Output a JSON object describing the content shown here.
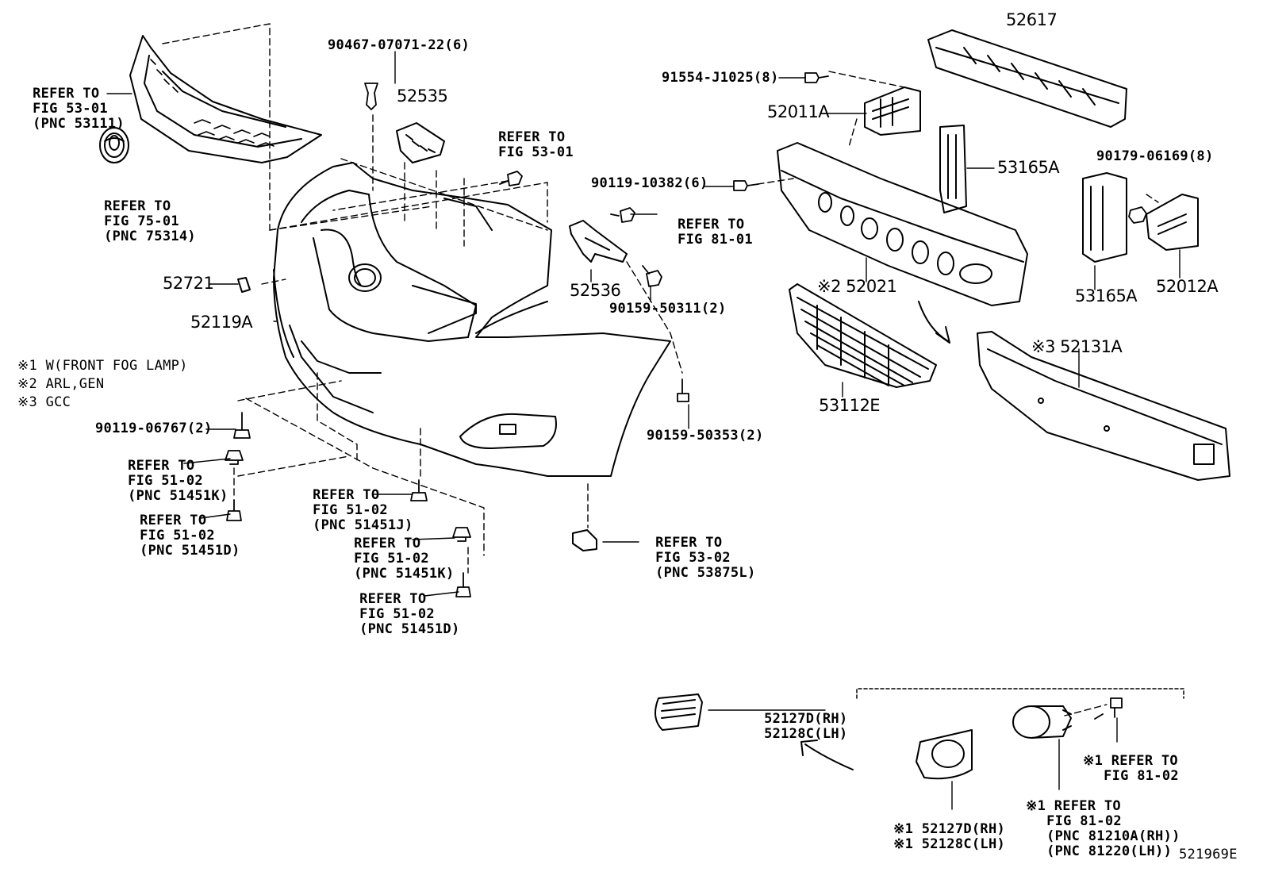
{
  "diagram": {
    "drawing_code": "521969E",
    "notes": [
      "※1 W(FRONT FOG LAMP)",
      "※2 ARL,GEN",
      "※3 GCC"
    ],
    "part_numbers": {
      "p52617": "52617",
      "p91554": "91554-J1025(8)",
      "p52011A": "52011A",
      "p90467": "90467-07071-22(6)",
      "p52535": "52535",
      "p53165A_upper": "53165A",
      "p90179": "90179-06169(8)",
      "p90119_10382": "90119-10382(6)",
      "p52721": "52721",
      "p52536": "52536",
      "p90159_50311": "90159-50311(2)",
      "p52021": "※2 52021",
      "p53165A_lower": "53165A",
      "p52012A": "52012A",
      "p52119A": "52119A",
      "p52131A": "※3 52131A",
      "p53112E": "53112E",
      "p90119_06767": "90119-06767(2)",
      "p90159_50353": "90159-50353(2)",
      "p52127D_top": "52127D(RH)",
      "p52128C_top": "52128C(LH)",
      "p52127D_bottom": "※1 52127D(RH)",
      "p52128C_bottom": "※1 52128C(LH)"
    },
    "references": {
      "ref_grille": [
        "REFER TO",
        "FIG 53-01",
        "(PNC 53111)"
      ],
      "ref_emblem": [
        "REFER TO",
        "FIG 75-01",
        "(PNC 75314)"
      ],
      "ref_fig5301": [
        "REFER TO",
        "FIG 53-01"
      ],
      "ref_fig8101": [
        "REFER TO",
        "FIG 81-01"
      ],
      "ref_51451K_left": [
        "REFER TO",
        "FIG 51-02",
        "(PNC 51451K)"
      ],
      "ref_51451D_left": [
        "REFER TO",
        "FIG 51-02",
        "(PNC 51451D)"
      ],
      "ref_51451J": [
        "REFER TO",
        "FIG 51-02",
        "(PNC 51451J)"
      ],
      "ref_51451K_mid": [
        "REFER TO",
        "FIG 51-02",
        "(PNC 51451K)"
      ],
      "ref_51451D_mid": [
        "REFER TO",
        "FIG 51-02",
        "(PNC 51451D)"
      ],
      "ref_53875L": [
        "REFER TO",
        "FIG 53-02",
        "(PNC 53875L)"
      ],
      "ref_fog_bolt": [
        "※1 REFER TO",
        "FIG 81-02"
      ],
      "ref_fog_lamp": [
        "※1 REFER TO",
        "FIG 81-02",
        "(PNC 81210A(RH))",
        "(PNC 81220(LH))"
      ]
    }
  }
}
